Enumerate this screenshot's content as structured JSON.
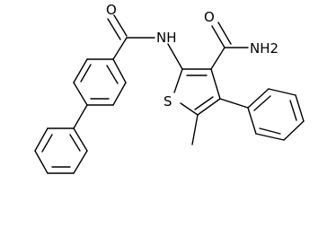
{
  "atoms": {
    "amide_oxygen": "O",
    "amide_nh": "NH",
    "carboxamide_oxygen": "O",
    "carboxamide_nh2": "NH2",
    "thiophene_sulfur": "S"
  },
  "colors": {
    "bond": "#000000",
    "label": "#000000",
    "background": "#ffffff"
  }
}
